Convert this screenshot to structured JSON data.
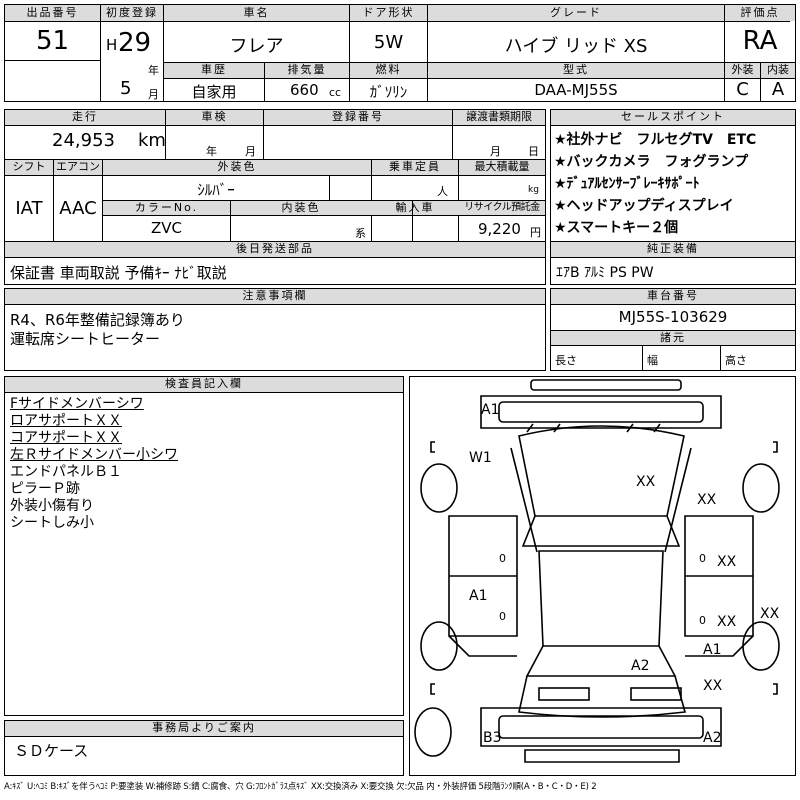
{
  "header": {
    "lot_no_label": "出品番号",
    "lot_no": "51",
    "first_reg_label": "初度登録",
    "era": "H",
    "year": "29",
    "year_unit": "年",
    "month": "5",
    "month_unit": "月",
    "car_name_label": "車名",
    "car_name": "フレア",
    "history_label": "車歴",
    "history": "自家用",
    "displacement_label": "排気量",
    "displacement": "660",
    "displacement_unit": "cc",
    "door_label": "ドア形状",
    "door": "5W",
    "fuel_label": "燃料",
    "fuel": "ｶﾞｿﾘﾝ",
    "grade_label": "グレード",
    "grade": "ハイブ リッド XS",
    "model_label": "型式",
    "model": "DAA-MJ55S",
    "score_label": "評価点",
    "score": "RA",
    "exterior_label": "外装",
    "exterior": "C",
    "interior_label": "内装",
    "interior": "A"
  },
  "row2": {
    "mileage_label": "走行",
    "mileage": "24,953",
    "mileage_unit": "km",
    "inspection_label": "車検",
    "inspection_year_unit": "年",
    "inspection_month_unit": "月",
    "plate_label": "登録番号",
    "transfer_label": "譲渡書類期限",
    "transfer_month_unit": "月",
    "transfer_day_unit": "日",
    "shift_label": "シフト",
    "shift": "IAT",
    "ac_label": "エアコン",
    "ac": "AAC",
    "color_label": "外装色",
    "color": "ｼﾙﾊﾞｰ",
    "capacity_label": "乗車定員",
    "capacity_unit": "人",
    "load_label": "最大積載量",
    "load_unit": "kg",
    "color_no_label": "カラーNo.",
    "color_no": "ZVC",
    "interior_color_label": "内装色",
    "interior_color_unit": "系",
    "import_label": "輸入車",
    "recycle_label": "リサイクル預託金",
    "recycle": "9,220",
    "recycle_unit": "円"
  },
  "sales_points": {
    "label": "セールスポイント",
    "items": [
      "★社外ナビ　フルセグTV　ETC",
      "★バックカメラ　フォグランプ",
      "★ﾃﾞｭｱﾙｾﾝｻｰﾌﾞﾚｰｷｻﾎﾟｰﾄ",
      "★ヘッドアップディスプレイ",
      "★スマートキー２個"
    ]
  },
  "later_parts": {
    "label": "後日発送部品",
    "value": "保証書 車両取説 予備ｷｰ ﾅﾋﾞ取説"
  },
  "equipment": {
    "label": "純正装備",
    "value": "ｴｱB ｱﾙﾐ PS PW"
  },
  "notes": {
    "label": "注意事項欄",
    "lines": [
      "R4、R6年整備記録簿あり",
      "運転席シートヒーター"
    ]
  },
  "chassis": {
    "label": "車台番号",
    "value": "MJ55S-103629",
    "dims_label": "諸元",
    "length_label": "長さ",
    "width_label": "幅",
    "height_label": "高さ"
  },
  "inspector": {
    "label": "検査員記入欄",
    "underlined": [
      "Fサイドメンバーシワ",
      "ロアサポートＸＸ",
      "コアサポートＸＸ",
      "左Ｒサイドメンバー小シワ"
    ],
    "plain": [
      "エンドパネルＢ１",
      "ピラーＰ跡",
      "外装小傷有り",
      "シートしみ小"
    ]
  },
  "office": {
    "label": "事務局よりご案内",
    "value": "ＳＤケース"
  },
  "diagram": {
    "marks": {
      "a1_top": "A1",
      "w1": "W1",
      "xx_roof": "XX",
      "xx_right_front": "XX",
      "xx_right_door1": "XX",
      "xx_right_door2": "XX",
      "xx_right_edge": "XX",
      "a1_left": "A1",
      "a2_center": "A2",
      "a1_right": "A1",
      "xx_right_rear": "XX",
      "b3": "B3",
      "a2_bottom": "A2",
      "zero1": "0",
      "zero2": "0",
      "zero3": "0",
      "zero4": "0"
    }
  },
  "footer": {
    "legend": "A:ｷｽﾞ U:ﾍｺﾐ B:ｷｽﾞを伴うﾍｺﾐ P:要塗装 W:補修跡 S:錆 C:腐食、穴 G:ﾌﾛﾝﾄｶﾞﾗｽ点ｷｽﾞ XX:交換済み X:要交換 欠:欠品 内・外装評価 5段階ﾗﾝｸ順(A・B・C・D・E) 2"
  }
}
